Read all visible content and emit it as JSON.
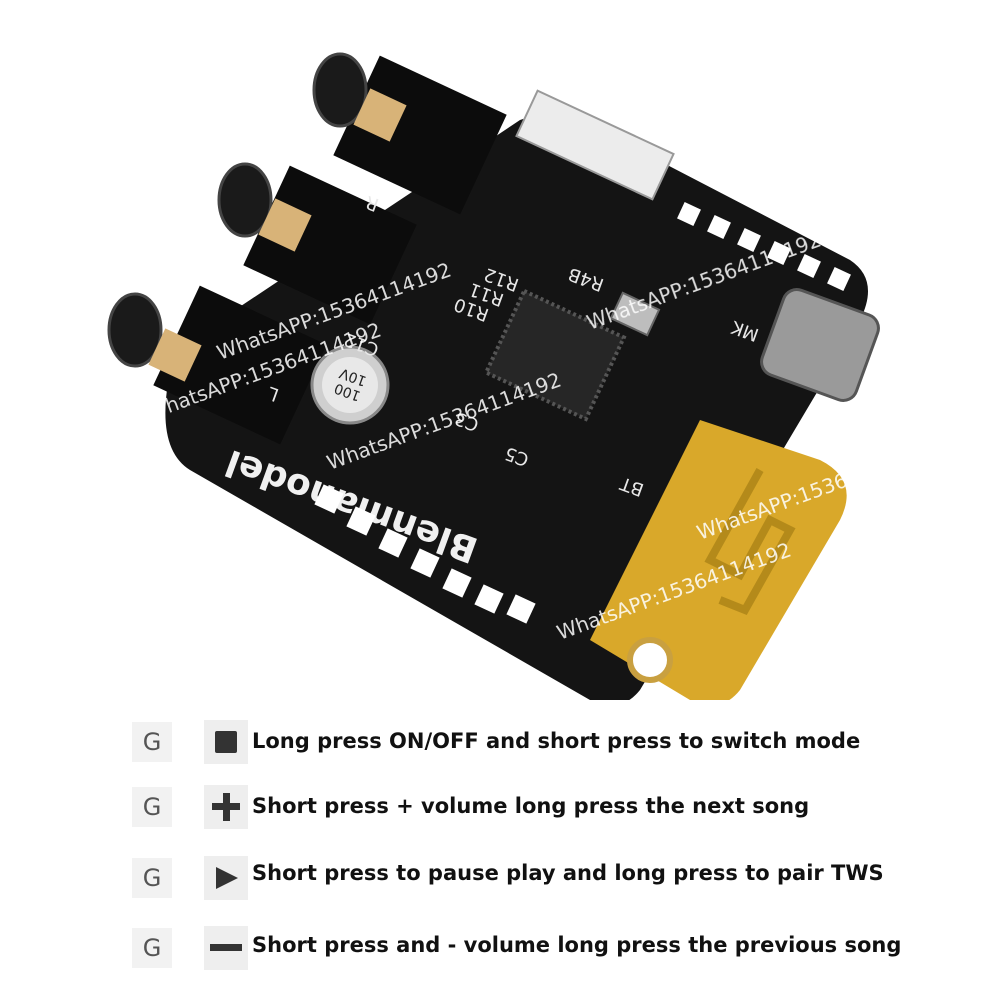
{
  "board": {
    "brand": "Blenmanodel",
    "capacitor_label_1": "100",
    "capacitor_label_2": "10V",
    "label_bt": "BT",
    "label_mk": "MK",
    "label_r10": "R10",
    "label_r11": "R11",
    "label_r12": "R12",
    "label_r4b": "R4B",
    "label_c3": "C3",
    "label_c5": "C5",
    "label_c12": "C12",
    "label_r": "R",
    "label_l": "L"
  },
  "watermark": {
    "text": "WhatsAPP:15364114192"
  },
  "legend": {
    "items": [
      {
        "g": "G",
        "icon": "stop-square-icon",
        "text": "Long press ON/OFF and short press to switch mode"
      },
      {
        "g": "G",
        "icon": "plus-icon",
        "text": "Short press + volume long press the next song"
      },
      {
        "g": "G",
        "icon": "play-icon",
        "text": "Short press to pause play and long press to pair TWS"
      },
      {
        "g": "G",
        "icon": "minus-icon",
        "text": "Short press and  -  volume long press the previous song"
      }
    ]
  },
  "colors": {
    "pcb": "#141414",
    "antenna_gold": "#d9a82a",
    "jack": "#0c0c0c",
    "silkscreen": "#e8e8e8"
  }
}
